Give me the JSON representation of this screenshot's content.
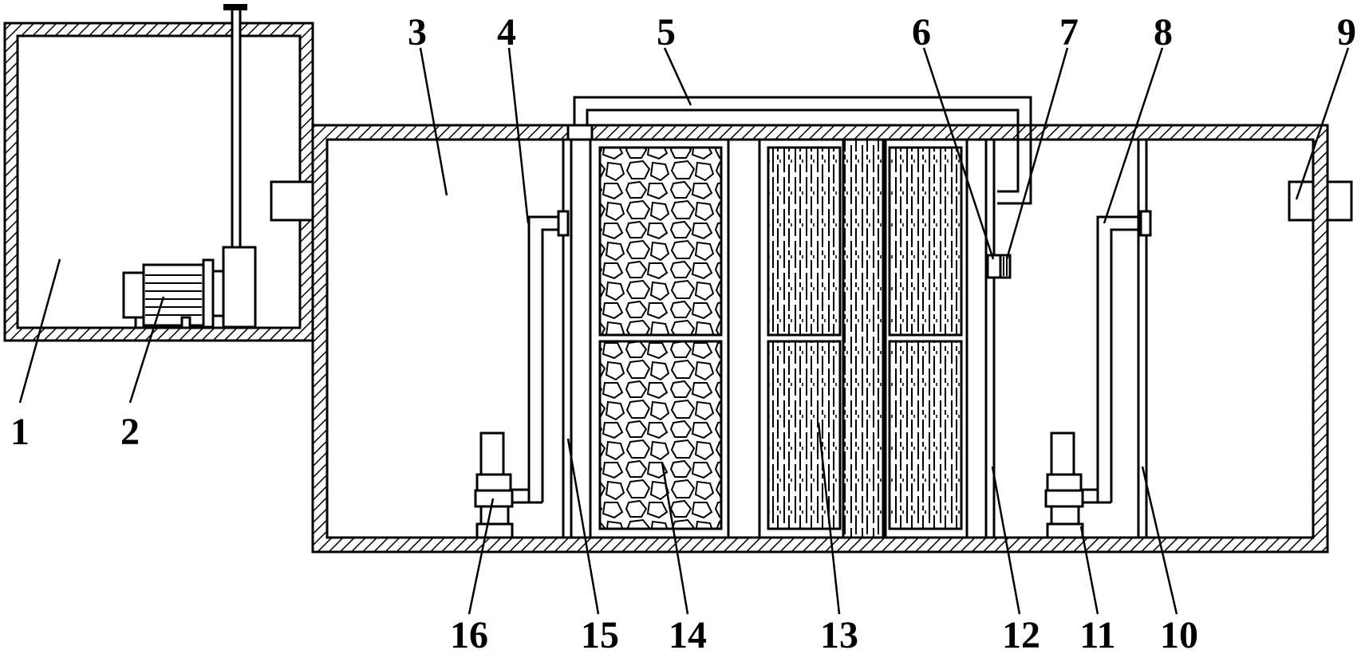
{
  "figure": {
    "type": "patent-line-drawing",
    "callouts": [
      {
        "id": "c1",
        "label": "1"
      },
      {
        "id": "c2",
        "label": "2"
      },
      {
        "id": "c3",
        "label": "3"
      },
      {
        "id": "c4",
        "label": "4"
      },
      {
        "id": "c5",
        "label": "5"
      },
      {
        "id": "c6",
        "label": "6"
      },
      {
        "id": "c7",
        "label": "7"
      },
      {
        "id": "c8",
        "label": "8"
      },
      {
        "id": "c9",
        "label": "9"
      },
      {
        "id": "c10",
        "label": "10"
      },
      {
        "id": "c11",
        "label": "11"
      },
      {
        "id": "c12",
        "label": "12"
      },
      {
        "id": "c13",
        "label": "13"
      },
      {
        "id": "c14",
        "label": "14"
      },
      {
        "id": "c15",
        "label": "15"
      },
      {
        "id": "c16",
        "label": "16"
      }
    ]
  }
}
